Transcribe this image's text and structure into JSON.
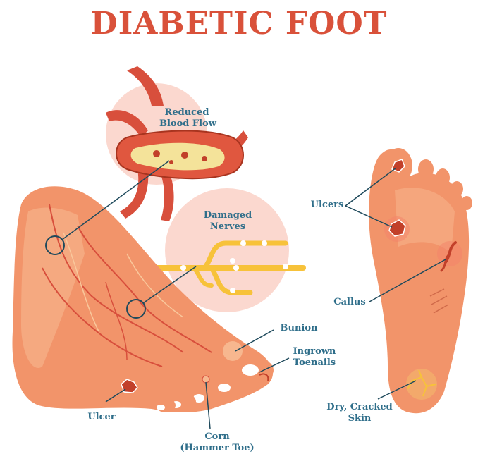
{
  "title": "DIABETIC FOOT",
  "colors": {
    "title": "#d9513a",
    "label": "#2f6e8a",
    "skin": "#f2946a",
    "skin_light": "#f7b78f",
    "vessel": "#d84f3c",
    "nerve": "#f7c23a",
    "bubble": "#fbd8cf",
    "pointer_line": "#1f4a5c"
  },
  "labels": {
    "blood_flow_1": "Reduced",
    "blood_flow_2": "Blood Flow",
    "nerves_1": "Damaged",
    "nerves_2": "Nerves",
    "bunion": "Bunion",
    "ingrown_1": "Ingrown",
    "ingrown_2": "Toenails",
    "ulcer": "Ulcer",
    "corn_1": "Corn",
    "corn_2": "(Hammer Toe)",
    "ulcers": "Ulcers",
    "callus": "Callus",
    "dry_1": "Dry, Cracked",
    "dry_2": "Skin"
  }
}
